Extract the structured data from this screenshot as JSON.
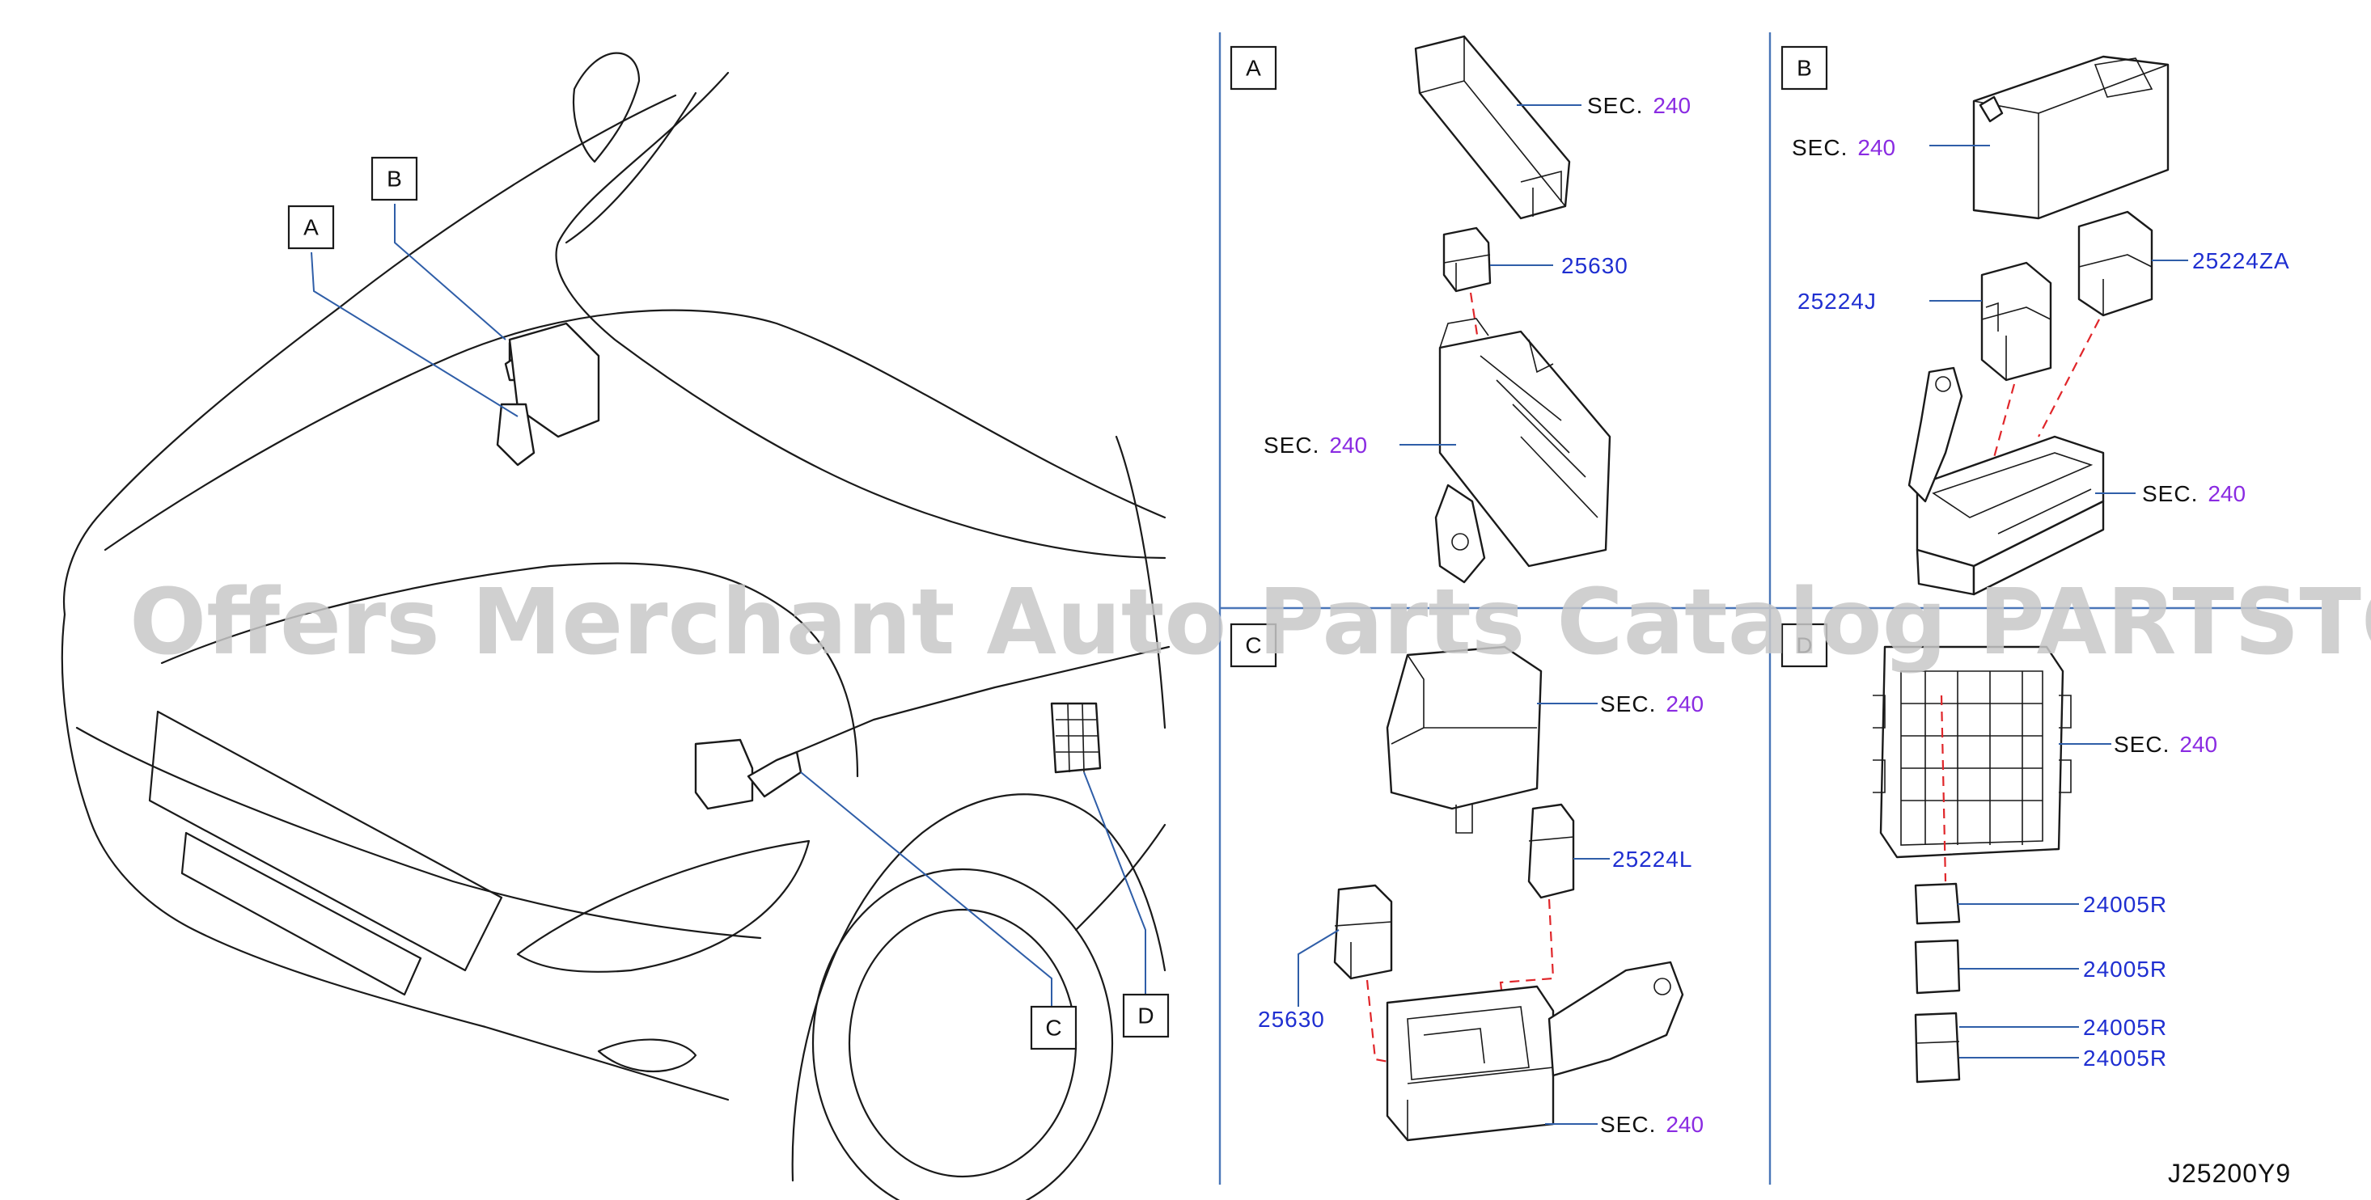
{
  "overview": {
    "callouts": [
      "A",
      "B",
      "C",
      "D"
    ]
  },
  "panels": {
    "A": {
      "label": "A",
      "items": [
        {
          "sec": "SEC.",
          "num": "240"
        },
        {
          "part": "25630"
        },
        {
          "sec": "SEC.",
          "num": "240"
        }
      ]
    },
    "B": {
      "label": "B",
      "items": [
        {
          "sec": "SEC.",
          "num": "240"
        },
        {
          "part": "25224ZA"
        },
        {
          "part": "25224J"
        },
        {
          "sec": "SEC.",
          "num": "240"
        }
      ]
    },
    "C": {
      "label": "C",
      "items": [
        {
          "sec": "SEC.",
          "num": "240"
        },
        {
          "part": "25224L"
        },
        {
          "part": "25630"
        },
        {
          "sec": "SEC.",
          "num": "240"
        }
      ]
    },
    "D": {
      "label": "D",
      "items": [
        {
          "sec": "SEC.",
          "num": "240"
        },
        {
          "part": "24005R"
        },
        {
          "part": "24005R"
        },
        {
          "part": "24005R"
        },
        {
          "part": "24005R"
        }
      ]
    }
  },
  "diagram_code": "J25200Y9",
  "watermark": "Offers Merchant Auto Parts Catalog PARTSTORE.SA",
  "colors": {
    "part_number": "#1f2fd1",
    "section_number": "#8a2be2",
    "leader": "#2f5ea8",
    "divider": "#4a76b8",
    "dashed_guide": "#e0262a"
  }
}
